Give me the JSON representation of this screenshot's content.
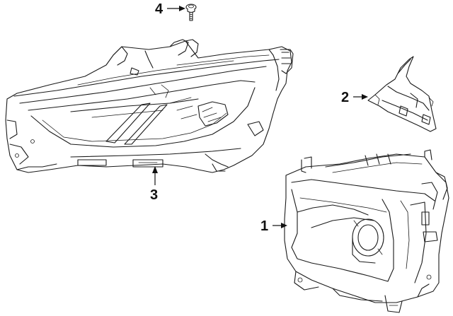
{
  "callouts": {
    "c1": "1",
    "c2": "2",
    "c3": "3",
    "c4": "4"
  },
  "parts": [
    {
      "callout": "1",
      "icon": "headlamp-housing-icon"
    },
    {
      "callout": "2",
      "icon": "mounting-bracket-icon"
    },
    {
      "callout": "3",
      "icon": "headlamp-assembly-icon"
    },
    {
      "callout": "4",
      "icon": "bolt-icon"
    }
  ],
  "colors": {
    "line": "#1a1a1a",
    "background": "#ffffff"
  }
}
